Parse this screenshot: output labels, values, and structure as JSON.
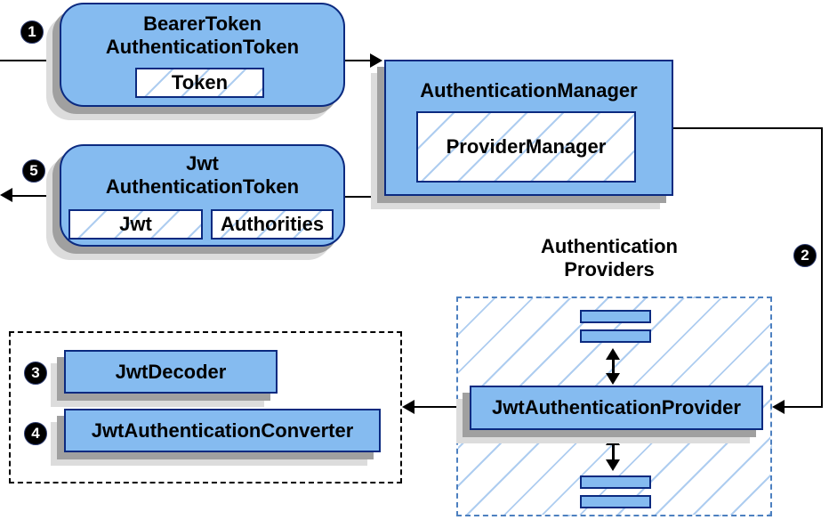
{
  "badges": {
    "b1": "1",
    "b2": "2",
    "b3": "3",
    "b4": "4",
    "b5": "5"
  },
  "bearer_box": {
    "title1": "BearerToken",
    "title2": "AuthenticationToken",
    "token": "Token"
  },
  "manager_box": {
    "title": "AuthenticationManager",
    "inner": "ProviderManager"
  },
  "jwt_box": {
    "title1": "Jwt",
    "title2": "AuthenticationToken",
    "jwt": "Jwt",
    "authorities": "Authorities"
  },
  "providers": {
    "title1": "Authentication",
    "title2": "Providers",
    "provider": "JwtAuthenticationProvider"
  },
  "decoders": {
    "decoder": "JwtDecoder",
    "converter": "JwtAuthenticationConverter"
  },
  "colors": {
    "box_fill": "#85bbf0",
    "box_border": "#0b2a80",
    "hatch_line": "#aecdf0",
    "dashed_blue": "#4d80c0",
    "dashed_black": "#000000",
    "shadow_dark": "#a0a0a0",
    "shadow_light": "#dcdcdc",
    "arrow": "#000000",
    "badge_bg": "#000000",
    "badge_text": "#ffffff"
  }
}
